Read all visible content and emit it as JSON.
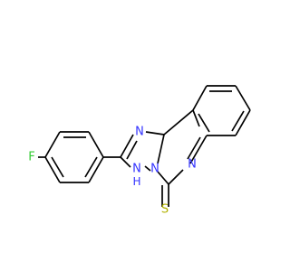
{
  "molecule": {
    "atoms": {
      "fluorine": {
        "symbol": "F",
        "color": "#33cc33"
      },
      "n_triazole_top": {
        "symbol": "N",
        "color": "#3333ff"
      },
      "n_triazole_nh": {
        "symbol": "N",
        "color": "#3333ff"
      },
      "h_triazole_nh": {
        "symbol": "H",
        "color": "#3333ff"
      },
      "n_bridge": {
        "symbol": "N",
        "color": "#3333ff"
      },
      "n_quinazoline": {
        "symbol": "N",
        "color": "#3333ff"
      },
      "sulfur": {
        "symbol": "S",
        "color": "#b2b200"
      }
    }
  }
}
